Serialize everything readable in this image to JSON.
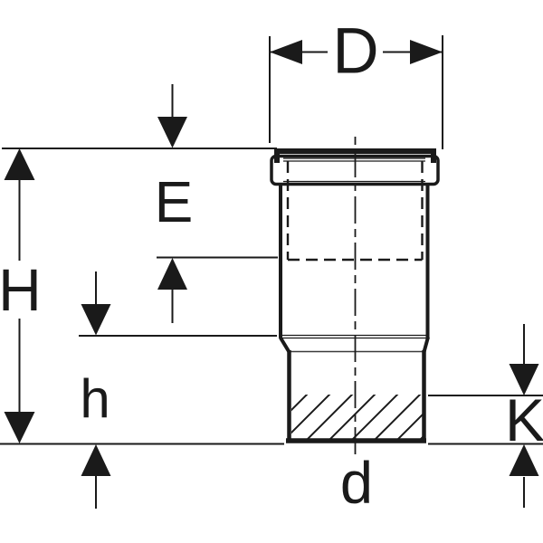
{
  "drawing": {
    "kind": "pipe-fitting-dimension-diagram",
    "colors": {
      "line": "#1a1a1a",
      "background": "#ffffff"
    },
    "labels": {
      "D": "D",
      "E": "E",
      "H": "H",
      "h": "h",
      "K": "K",
      "d": "d"
    }
  }
}
